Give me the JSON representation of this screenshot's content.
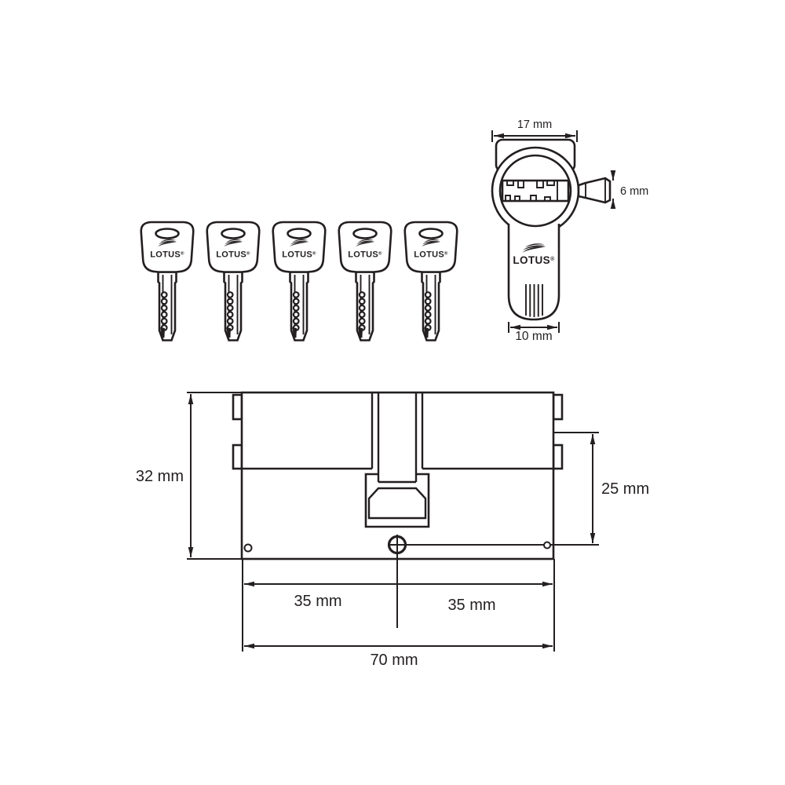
{
  "colors": {
    "background": "#ffffff",
    "line": "#231f20"
  },
  "brand": {
    "name": "LOTUS",
    "registered_mark": "®"
  },
  "keys_row": {
    "count": 5
  },
  "key_front_view": {
    "dim_head_width": "17 mm",
    "dim_tip_height": "6 mm",
    "dim_grip_width": "10 mm"
  },
  "cylinder_drawing": {
    "dim_height": "32 mm",
    "dim_body_height": "25 mm",
    "dim_left_half": "35 mm",
    "dim_right_half": "35 mm",
    "dim_total_length": "70 mm"
  }
}
